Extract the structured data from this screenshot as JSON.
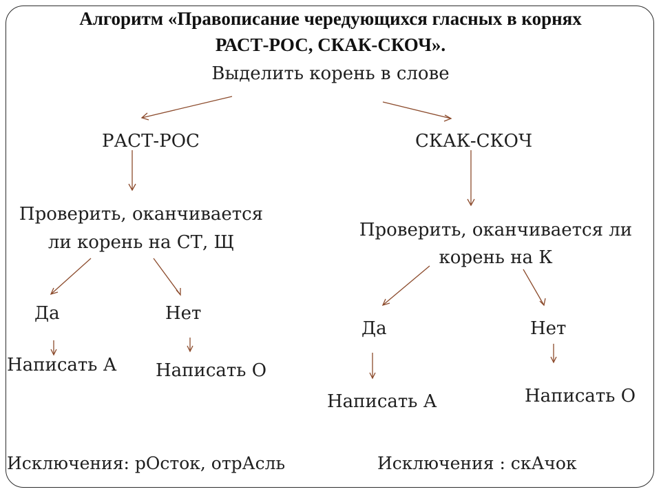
{
  "title": {
    "line1": "Алгоритм «Правописание чередующихся гласных в корнях",
    "line2": "РАСТ-РОС, СКАК-СКОЧ»."
  },
  "root": {
    "text": "Выделить корень в слове"
  },
  "left": {
    "root_label": "РАСТ-РОС",
    "question_line1": "Проверить, оканчивается",
    "question_line2": "ли корень на СТ, Щ",
    "yes": "Да",
    "no": "Нет",
    "yes_result": "Написать А",
    "no_result": "Написать О",
    "exceptions": "Исключения: рОсток, отрАсль"
  },
  "right": {
    "root_label": "СКАК-СКОЧ",
    "question_line1": "Проверить, оканчивается ли",
    "question_line2": "корень на К",
    "yes": "Да",
    "no": "Нет",
    "yes_result": "Написать А",
    "no_result": "Написать О",
    "exceptions": "Исключения : скАчок"
  },
  "colors": {
    "arrow": "#8b4a2b",
    "text": "#1e1e1e",
    "frame": "#2b2b2b"
  }
}
